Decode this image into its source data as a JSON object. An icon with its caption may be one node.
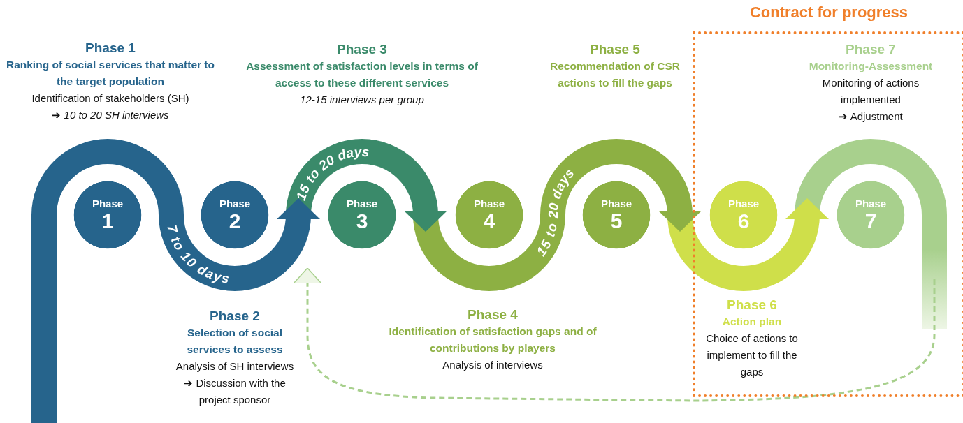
{
  "diagram": {
    "nodes": [
      {
        "text": [
          "Phase",
          "1"
        ],
        "beside": [
          "Phase 1",
          "Ranking of social services that matter to the target population",
          "Identification of stakeholders (SH)",
          "➔ *10 to 20 SH interviews*"
        ]
      },
      {
        "text": [
          "Phase",
          "2"
        ],
        "beside": [
          "Phase 2",
          "Selection of social services to assess",
          "Analysis of SH interviews",
          "➔ Discussion with the project sponsor"
        ]
      },
      {
        "text": [
          "Phase",
          "3"
        ],
        "beside": [
          "Phase 3",
          "Assessment of satisfaction levels in terms of access to these different services",
          "12-15 interviews per group"
        ]
      },
      {
        "text": [
          "Phase",
          "4"
        ],
        "beside": [
          "Phase 4",
          "Identification of satisfaction gaps and of contributions by players",
          "Analysis of interviews"
        ]
      },
      {
        "text": [
          "Phase",
          "5"
        ],
        "beside": [
          "Phase 5",
          "Recommendation of CSR actions to fill the gaps"
        ]
      },
      {
        "text": [
          "Contract for progress"
        ]
      },
      {
        "text": [
          "Phase",
          "6"
        ],
        "in": 5,
        "beside": [
          "Phase 6",
          "Action plan",
          "Choice of actions to implement to fill the gaps"
        ]
      },
      {
        "text": [
          "Phase",
          "7"
        ],
        "in": 5,
        "beside": [
          "Phase 7",
          "Monitoring-Assessment",
          "Monitoring of actions implemented",
          "➔ Adjustment"
        ]
      }
    ],
    "edges": [
      {
        "from": 0,
        "to": 1,
        "arrow": "none",
        "label": "7 to 10 days",
        "color": "#26648c"
      },
      {
        "from": 1,
        "to": 2,
        "arrow": "to",
        "color": "#26648c"
      },
      {
        "from": 2,
        "to": 3,
        "arrow": "to",
        "label": "15 to 20 days",
        "color": "#3a8a6a"
      },
      {
        "from": 3,
        "to": 4,
        "arrow": "none",
        "label": "15 to 20 days",
        "color": "#8db043"
      },
      {
        "from": 4,
        "to": 6,
        "arrow": "to",
        "color": "#8db043"
      },
      {
        "from": 6,
        "to": 7,
        "arrow": "to",
        "color": "#cfdf4a"
      },
      {
        "from": 7,
        "to": 2,
        "arrow": "to",
        "style": "dashed",
        "color": "#a8d08d"
      }
    ]
  }
}
